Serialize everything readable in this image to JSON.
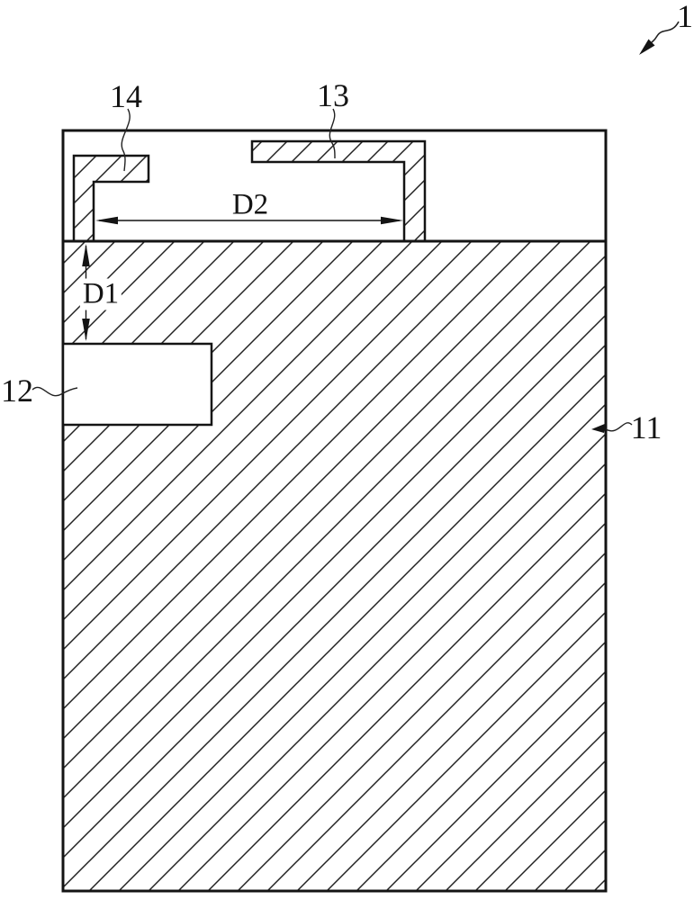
{
  "figure": {
    "reference_number": "1",
    "part_labels": {
      "part_11": "11",
      "part_12": "12",
      "part_13": "13",
      "part_14": "14"
    },
    "dimensions": {
      "d1": "D1",
      "d2": "D2"
    },
    "colors": {
      "line": "#1a1a1a",
      "background": "#ffffff"
    }
  }
}
